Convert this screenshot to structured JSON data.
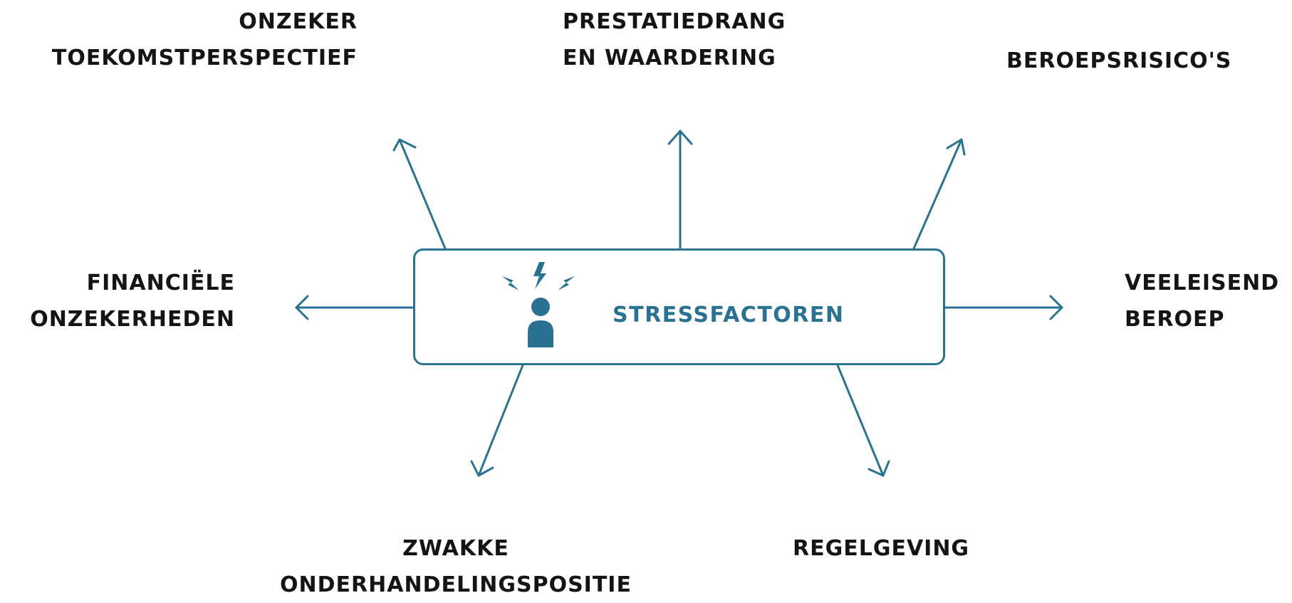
{
  "center": {
    "title": "STRESSFACTOREN",
    "icon": "stressed-person-icon"
  },
  "factors": {
    "onzeker_toekomstperspectief": [
      "ONZEKER",
      "TOEKOMSTPERSPECTIEF"
    ],
    "prestatiedrang": [
      "PRESTATIEDRANG",
      "EN WAARDERING"
    ],
    "beroepsrisicos": [
      "BEROEPSRISICO'S"
    ],
    "financiele_onzekerheden": [
      "FINANCIËLE",
      "ONZEKERHEDEN"
    ],
    "veeleisend_beroep": [
      "VEELEISEND",
      "BEROEP"
    ],
    "zwakke_onderhandelingspositie": [
      "ZWAKKE",
      "ONDERHANDELINGSPOSITIE"
    ],
    "regelgeving": [
      "REGELGEVING"
    ]
  },
  "colors": {
    "accent": "#2a7292",
    "text": "#141414",
    "background": "#ffffff"
  }
}
